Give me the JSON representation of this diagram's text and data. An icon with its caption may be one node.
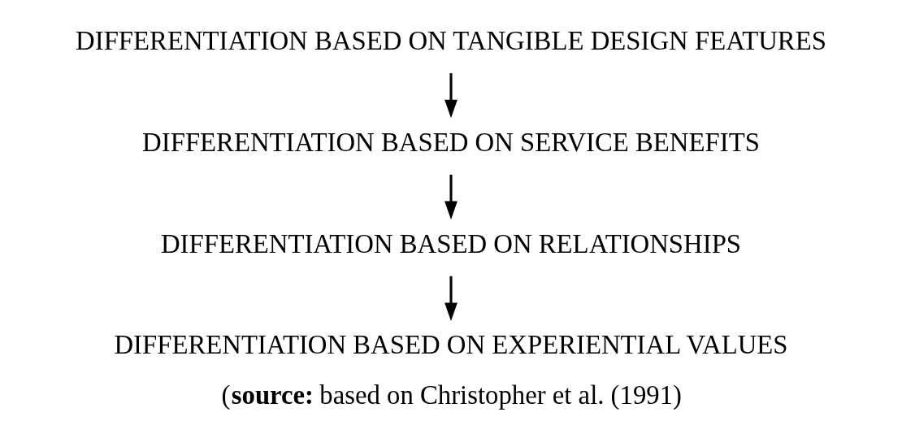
{
  "diagram": {
    "caption": "(**source:** based on Christopher et al. (1991)",
    "nodes": [
      {
        "text": [
          "DIFFERENTIATION BASED ON TANGIBLE DESIGN FEATURES"
        ]
      },
      {
        "text": [
          "DIFFERENTIATION BASED ON SERVICE BENEFITS"
        ]
      },
      {
        "text": [
          "DIFFERENTIATION BASED ON RELATIONSHIPS"
        ]
      },
      {
        "text": [
          "DIFFERENTIATION BASED ON EXPERIENTIAL VALUES"
        ]
      }
    ],
    "edges": [
      {
        "from": 0,
        "to": 1,
        "arrow": "to"
      },
      {
        "from": 1,
        "to": 2,
        "arrow": "to"
      },
      {
        "from": 2,
        "to": 3,
        "arrow": "to"
      }
    ]
  }
}
